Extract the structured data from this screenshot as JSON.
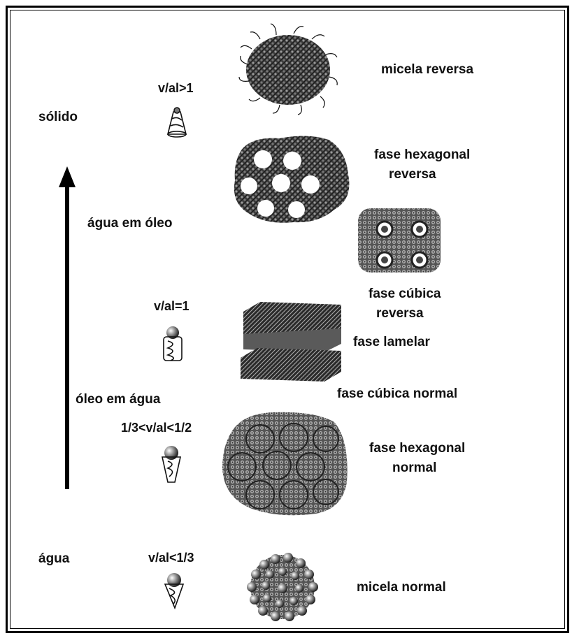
{
  "scale_labels": {
    "solid": "sólido",
    "water_in_oil": "água em óleo",
    "oil_in_water": "óleo em água",
    "water": "água"
  },
  "ratios": {
    "gt1": "v/al>1",
    "eq1": "v/al=1",
    "between": "1/3<v/al<1/2",
    "lt13": "v/al<1/3"
  },
  "phases": {
    "reverse_micelle": "micela reversa",
    "hex_reverse_1": "fase hexagonal",
    "hex_reverse_2": "reversa",
    "cubic_reverse_1": "fase cúbica",
    "cubic_reverse_2": "reversa",
    "lamellar": "fase lamelar",
    "cubic_normal": "fase cúbica normal",
    "hex_normal_1": "fase hexagonal",
    "hex_normal_2": "normal",
    "normal_micelle": "micela normal"
  },
  "colors": {
    "ink": "#111111",
    "dark_gray": "#444444",
    "mid_gray": "#777777"
  }
}
